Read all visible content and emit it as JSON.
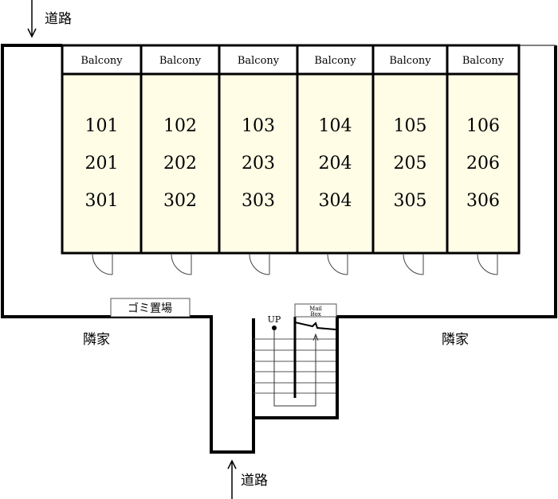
{
  "road_labels": {
    "top": "道路",
    "bottom": "道路"
  },
  "neighbor_labels": {
    "left": "隣家",
    "right": "隣家"
  },
  "garbage_area": "ゴミ置場",
  "mailbox": {
    "line1": "Mail",
    "line2": "Box"
  },
  "stairs_label": "UP",
  "units": [
    {
      "balcony": "Balcony",
      "rooms": [
        "101",
        "201",
        "301"
      ]
    },
    {
      "balcony": "Balcony",
      "rooms": [
        "102",
        "202",
        "302"
      ]
    },
    {
      "balcony": "Balcony",
      "rooms": [
        "103",
        "203",
        "303"
      ]
    },
    {
      "balcony": "Balcony",
      "rooms": [
        "104",
        "204",
        "304"
      ]
    },
    {
      "balcony": "Balcony",
      "rooms": [
        "105",
        "205",
        "305"
      ]
    },
    {
      "balcony": "Balcony",
      "rooms": [
        "106",
        "206",
        "306"
      ]
    }
  ],
  "colors": {
    "room_fill": "#fffde6",
    "wall": "#000000"
  }
}
